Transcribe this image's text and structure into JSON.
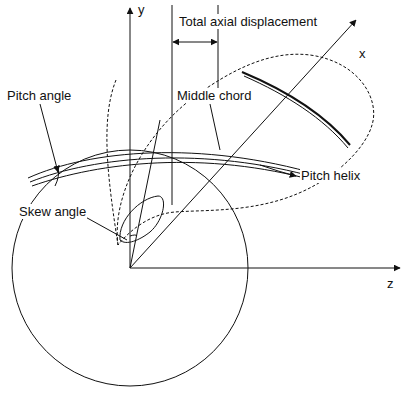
{
  "diagram": {
    "labels": [
      "y",
      "Total axial displacement",
      "x",
      "Middle chord",
      "Pitch angle",
      "Pitch helix",
      "Skew angle",
      "z"
    ]
  }
}
